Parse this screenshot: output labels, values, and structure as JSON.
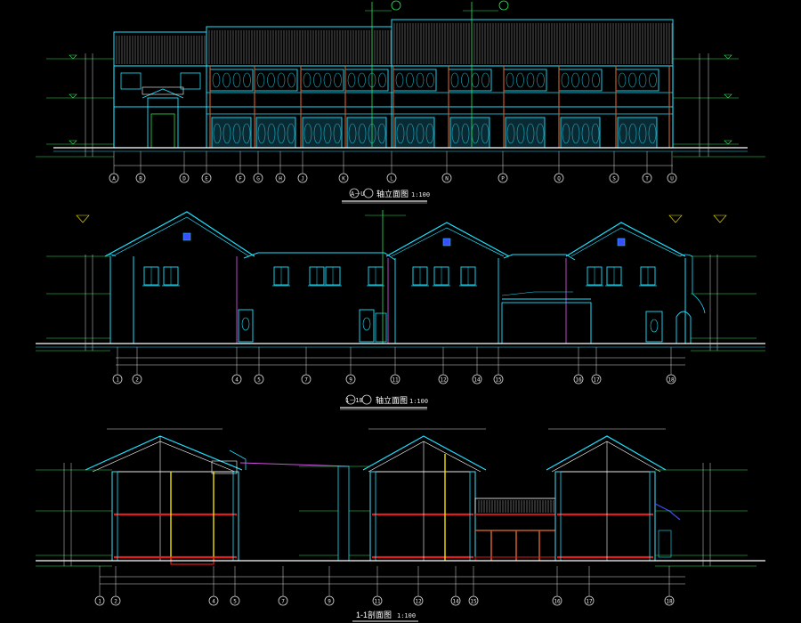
{
  "colors": {
    "background": "#000000",
    "outline": "#20e0ff",
    "structure": "#ffffff",
    "grid": "#d9d9d9",
    "level": "#2ee65a",
    "column_wood": "#c05a2c",
    "beam_red": "#e01c1c",
    "wall_yellow": "#f2e300",
    "magenta": "#d050e0",
    "green": "#26c63e",
    "blue_window": "#3c4cff"
  },
  "elevation_a_u": {
    "title_symbol": "A－U",
    "title": "轴立面图",
    "scale": "1:100",
    "axes": [
      "A",
      "B",
      "D",
      "E",
      "F",
      "G",
      "H",
      "J",
      "K",
      "L",
      "N",
      "P",
      "Q",
      "S",
      "T",
      "U"
    ]
  },
  "elevation_1_18": {
    "title_symbol": "1－18",
    "title": "轴立面图",
    "scale": "1:100",
    "axes": [
      "1",
      "2",
      "4",
      "5",
      "7",
      "9",
      "11",
      "12",
      "14",
      "15",
      "16",
      "17",
      "18"
    ]
  },
  "section_1_1": {
    "title": "1-1剖面图",
    "scale": "1:100",
    "axes": [
      "1",
      "2",
      "4",
      "5",
      "7",
      "9",
      "11",
      "12",
      "14",
      "15",
      "16",
      "17",
      "18"
    ]
  }
}
